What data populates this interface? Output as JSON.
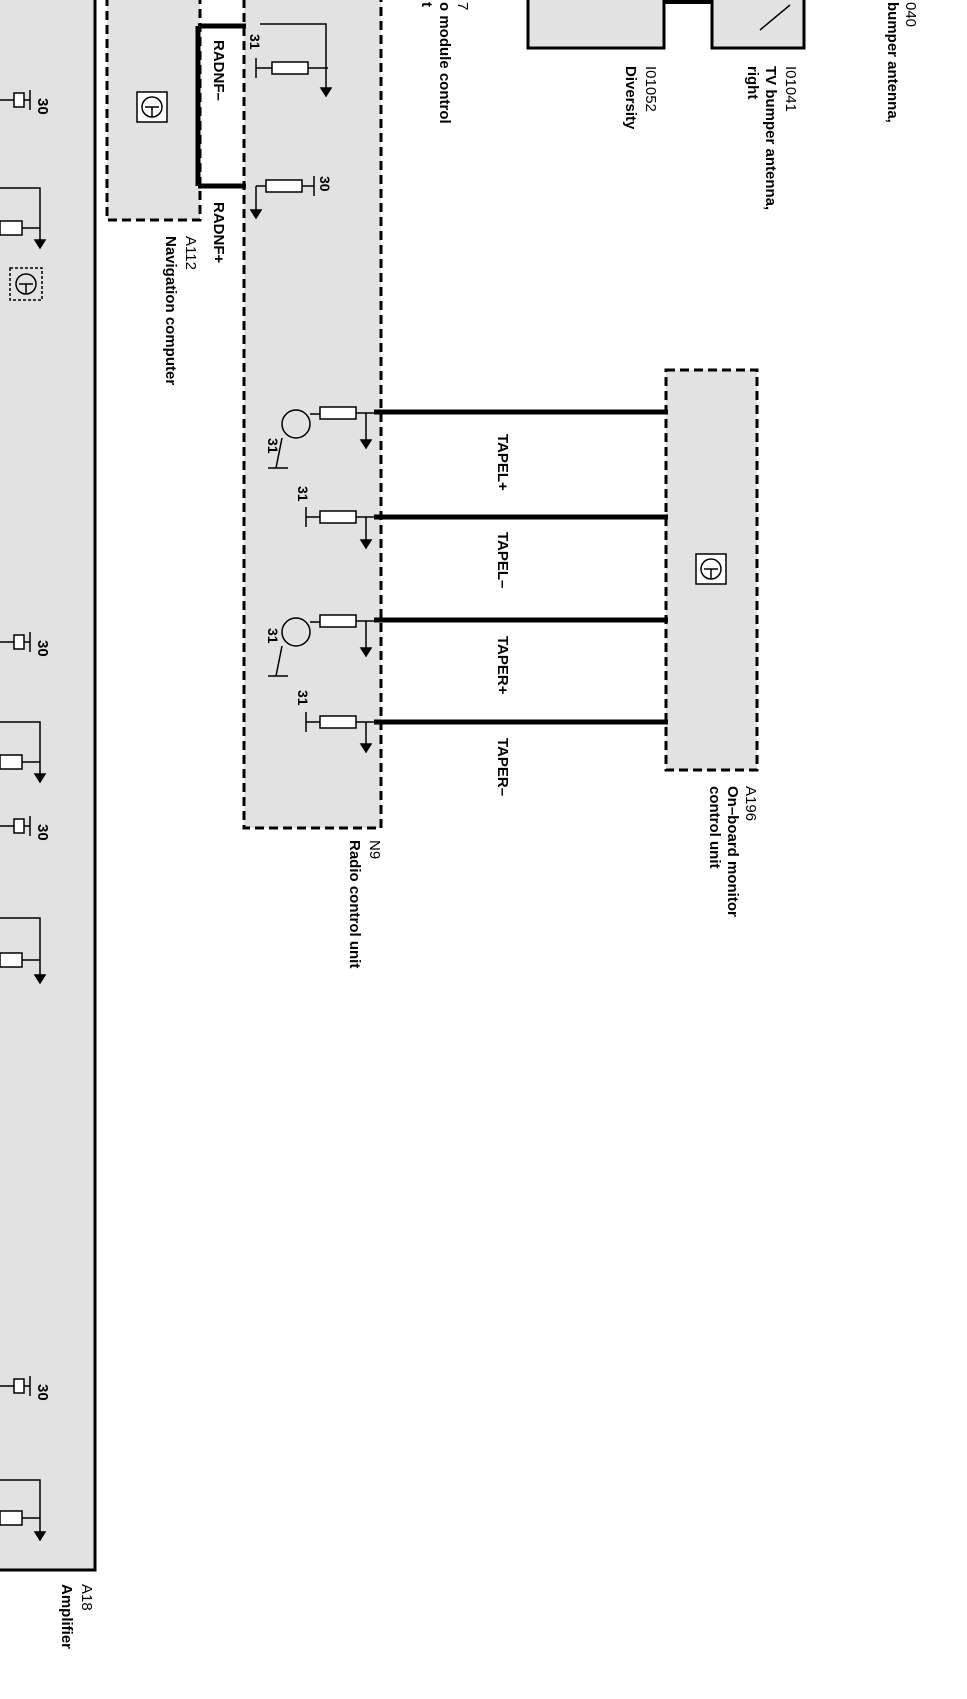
{
  "components": {
    "top_cut_a": "040",
    "top_cut_b": "bumper antenna,",
    "top_cut_c": "7",
    "top_cut_d": "o module control",
    "top_cut_e": "t",
    "diversity_id": "I01052",
    "diversity_name": "Diversity",
    "tv_id": "I01041",
    "tv_name_1": "TV bumper antenna,",
    "tv_name_2": "right",
    "nav_id": "A112",
    "nav_name": "Navigation computer",
    "radio_id": "N9",
    "radio_name": "Radio control unit",
    "monitor_id": "A196",
    "monitor_name_1": "On–board monitor",
    "monitor_name_2": "control unit",
    "amp_id": "A18",
    "amp_name": "Amplifier"
  },
  "signals": {
    "radnf_minus": "RADNF–",
    "radnf_plus": "RADNF+",
    "tapel_plus": "TAPEL+",
    "tapel_minus": "TAPEL–",
    "taper_plus": "TAPER+",
    "taper_minus": "TAPER–"
  },
  "terminals": {
    "t30": "30",
    "t31": "31"
  }
}
